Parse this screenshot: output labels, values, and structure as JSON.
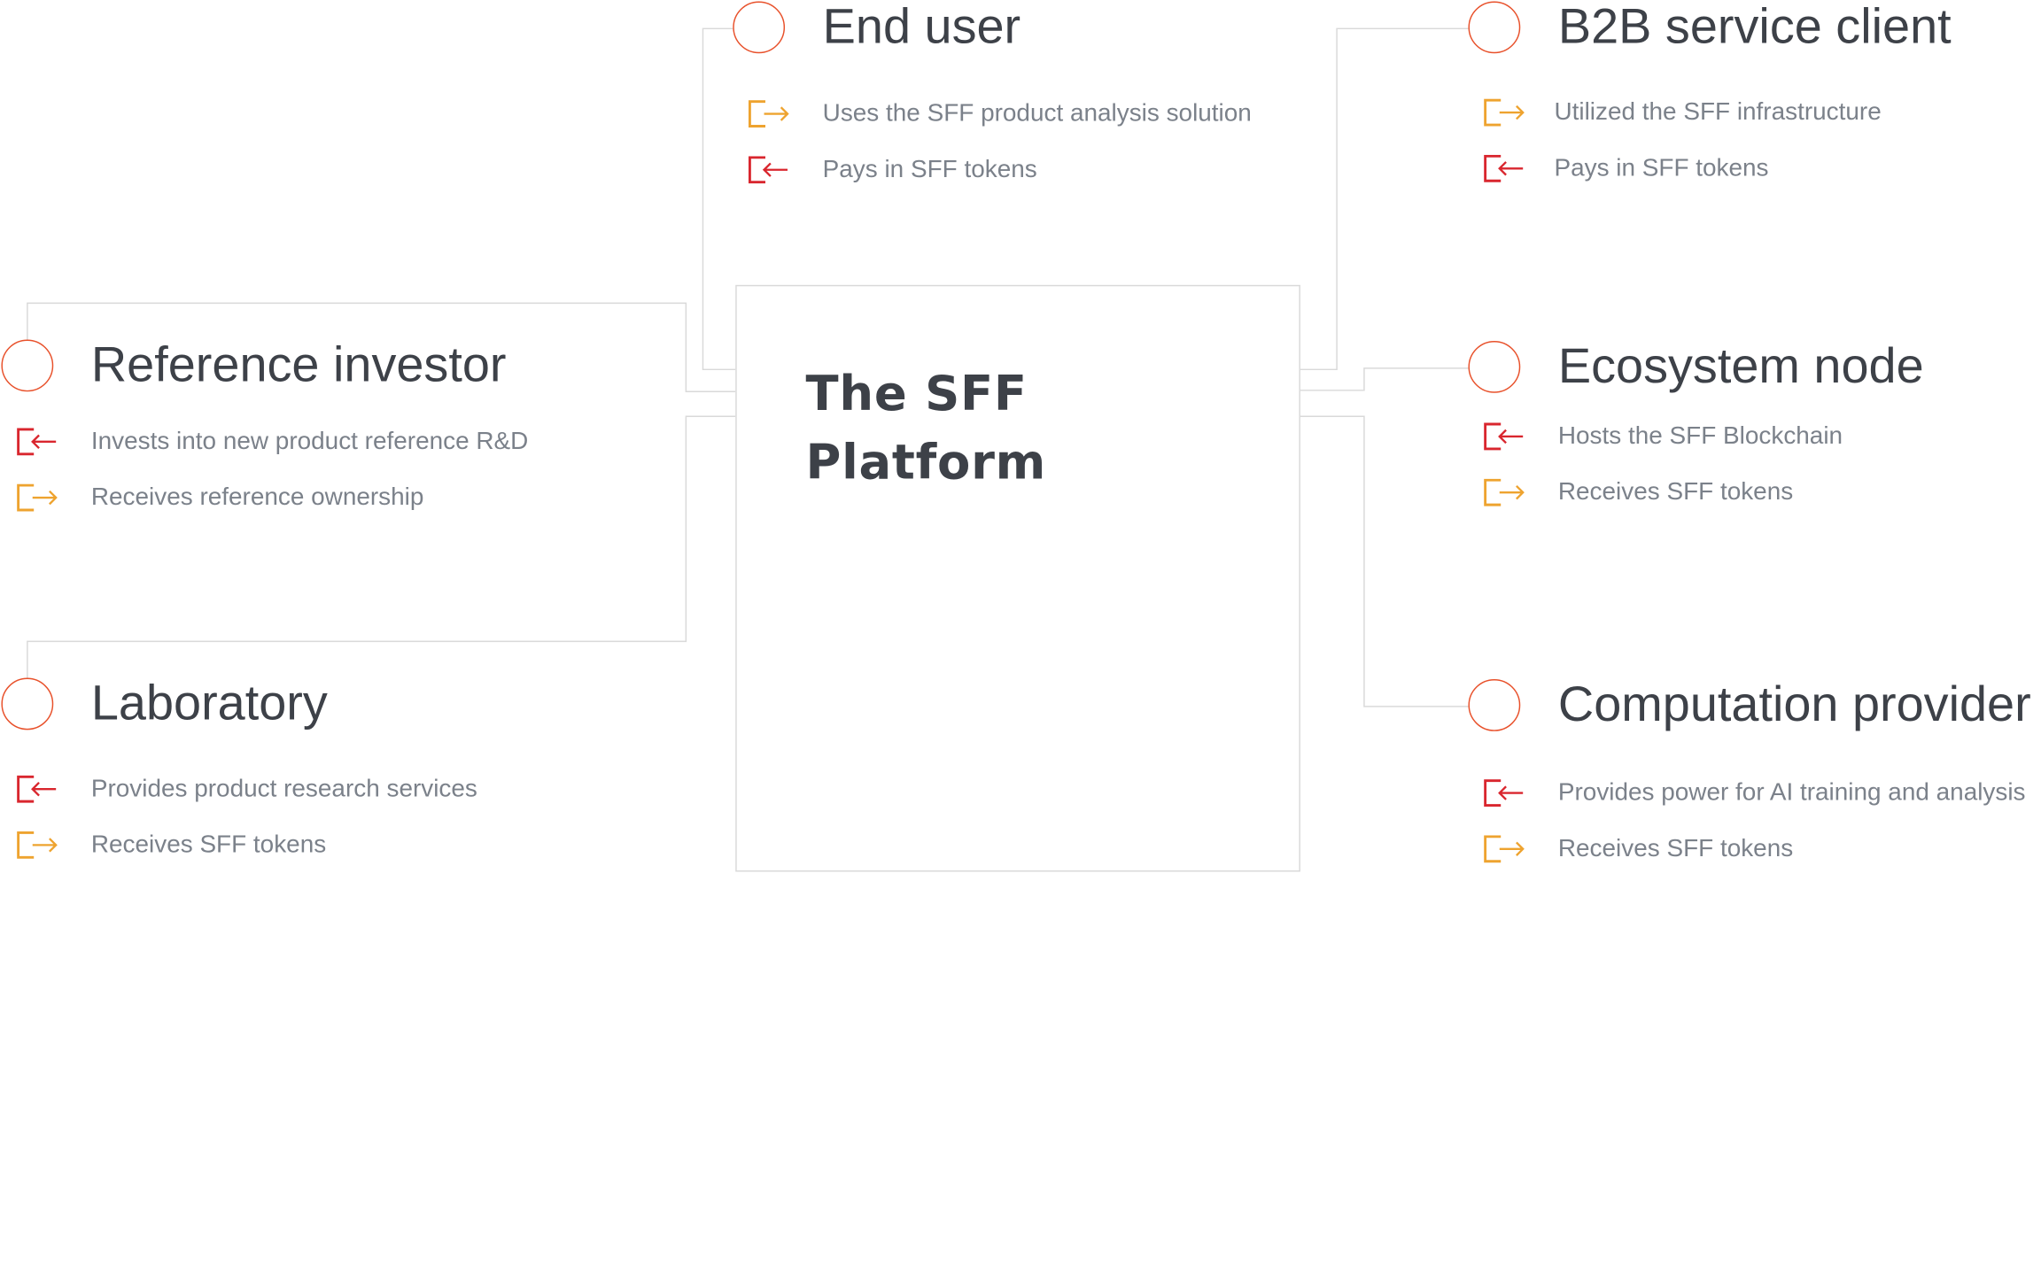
{
  "platform": {
    "title_line1": "The SFF",
    "title_line2": "Platform"
  },
  "colors": {
    "circle": "#e8512b",
    "inbound": "#d9262e",
    "outbound": "#eea32f",
    "line": "#d9d9d9",
    "title": "#3d4148",
    "text": "#7b818a"
  },
  "nodes": {
    "end_user": {
      "title": "End user",
      "flows": [
        {
          "direction": "out",
          "icon": "arrow-out-icon",
          "text": "Uses the SFF product analysis solution"
        },
        {
          "direction": "in",
          "icon": "arrow-in-icon",
          "text": "Pays in SFF tokens"
        }
      ]
    },
    "b2b_client": {
      "title": "B2B service client",
      "flows": [
        {
          "direction": "out",
          "icon": "arrow-out-icon",
          "text": "Utilized the SFF infrastructure"
        },
        {
          "direction": "in",
          "icon": "arrow-in-icon",
          "text": "Pays in SFF tokens"
        }
      ]
    },
    "reference_investor": {
      "title": "Reference investor",
      "flows": [
        {
          "direction": "in",
          "icon": "arrow-in-icon",
          "text": "Invests into new product reference R&D"
        },
        {
          "direction": "out",
          "icon": "arrow-out-icon",
          "text": "Receives reference ownership"
        }
      ]
    },
    "ecosystem_node": {
      "title": "Ecosystem node",
      "flows": [
        {
          "direction": "in",
          "icon": "arrow-in-icon",
          "text": "Hosts the SFF Blockchain"
        },
        {
          "direction": "out",
          "icon": "arrow-out-icon",
          "text": "Receives SFF tokens"
        }
      ]
    },
    "laboratory": {
      "title": "Laboratory",
      "flows": [
        {
          "direction": "in",
          "icon": "arrow-in-icon",
          "text": "Provides product research services"
        },
        {
          "direction": "out",
          "icon": "arrow-out-icon",
          "text": "Receives SFF tokens"
        }
      ]
    },
    "computation_provider": {
      "title": "Computation provider",
      "flows": [
        {
          "direction": "in",
          "icon": "arrow-in-icon",
          "text": "Provides power for AI training and analysis"
        },
        {
          "direction": "out",
          "icon": "arrow-out-icon",
          "text": "Receives SFF tokens"
        }
      ]
    }
  }
}
